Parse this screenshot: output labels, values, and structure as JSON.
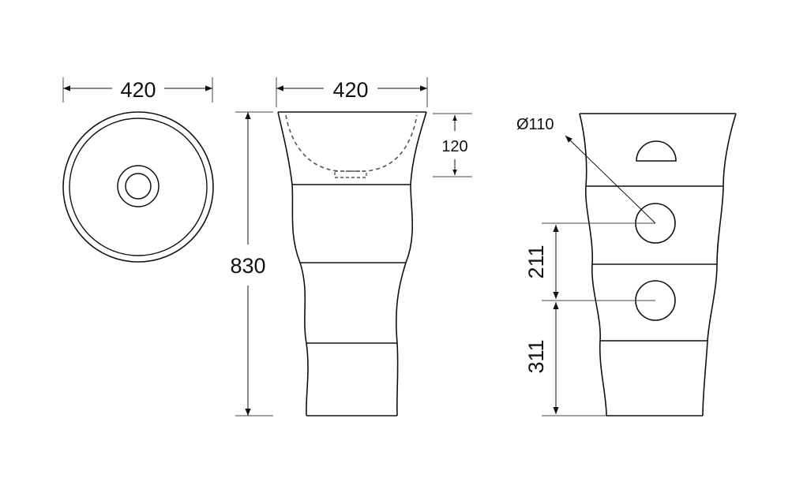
{
  "colors": {
    "line": "#111111",
    "dimension_line": "#444444",
    "background": "#ffffff"
  },
  "dimensions": {
    "top_width": "420",
    "side_width": "420",
    "total_height": "830",
    "bowl_depth": "120",
    "hole_diameter": "Ø110",
    "hole_spacing": "211",
    "hole_height": "311"
  }
}
